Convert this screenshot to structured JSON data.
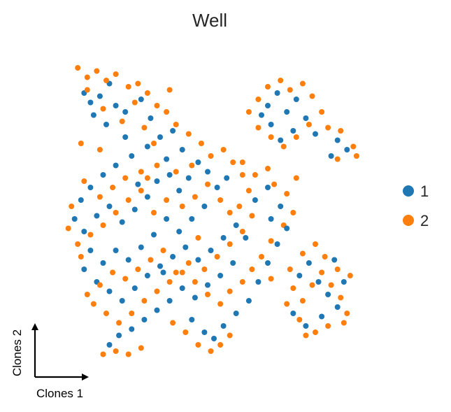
{
  "chart_data": {
    "type": "scatter",
    "title": "Well",
    "xlabel": "Clones 1",
    "ylabel": "Clones 2",
    "xlim": [
      0,
      10
    ],
    "ylim": [
      0,
      10
    ],
    "grid": false,
    "legend_position": "right",
    "series": [
      {
        "name": "1",
        "color": "#1f77b4",
        "points": [
          [
            1.0,
            8.6
          ],
          [
            1.2,
            8.3
          ],
          [
            1.5,
            8.5
          ],
          [
            1.8,
            8.9
          ],
          [
            2.0,
            8.2
          ],
          [
            1.3,
            7.9
          ],
          [
            1.7,
            7.6
          ],
          [
            2.3,
            8.0
          ],
          [
            2.8,
            8.4
          ],
          [
            3.1,
            7.8
          ],
          [
            3.4,
            7.2
          ],
          [
            3.8,
            7.4
          ],
          [
            4.1,
            6.8
          ],
          [
            3.6,
            6.5
          ],
          [
            3.0,
            6.9
          ],
          [
            2.5,
            6.6
          ],
          [
            2.0,
            6.3
          ],
          [
            1.6,
            6.0
          ],
          [
            1.2,
            5.6
          ],
          [
            0.9,
            5.2
          ],
          [
            0.7,
            4.6
          ],
          [
            1.0,
            4.2
          ],
          [
            1.4,
            4.7
          ],
          [
            1.8,
            5.0
          ],
          [
            2.2,
            4.5
          ],
          [
            2.6,
            4.9
          ],
          [
            3.0,
            5.3
          ],
          [
            3.3,
            5.8
          ],
          [
            3.7,
            6.0
          ],
          [
            4.0,
            5.5
          ],
          [
            4.3,
            5.9
          ],
          [
            4.6,
            6.4
          ],
          [
            4.9,
            6.1
          ],
          [
            5.2,
            5.6
          ],
          [
            5.5,
            5.9
          ],
          [
            4.8,
            5.0
          ],
          [
            4.4,
            4.6
          ],
          [
            4.0,
            4.2
          ],
          [
            3.6,
            4.6
          ],
          [
            3.2,
            4.1
          ],
          [
            2.8,
            3.7
          ],
          [
            2.4,
            3.3
          ],
          [
            2.0,
            3.6
          ],
          [
            1.6,
            3.2
          ],
          [
            1.2,
            3.6
          ],
          [
            1.0,
            3.0
          ],
          [
            1.4,
            2.6
          ],
          [
            1.8,
            2.3
          ],
          [
            2.2,
            2.0
          ],
          [
            2.6,
            2.4
          ],
          [
            3.0,
            2.8
          ],
          [
            3.4,
            3.1
          ],
          [
            3.8,
            3.4
          ],
          [
            4.2,
            3.7
          ],
          [
            4.6,
            3.3
          ],
          [
            5.0,
            3.6
          ],
          [
            5.4,
            4.0
          ],
          [
            5.8,
            4.4
          ],
          [
            6.1,
            4.0
          ],
          [
            5.7,
            3.2
          ],
          [
            5.3,
            2.8
          ],
          [
            4.9,
            2.5
          ],
          [
            4.5,
            2.1
          ],
          [
            4.1,
            2.4
          ],
          [
            3.7,
            2.0
          ],
          [
            3.3,
            1.7
          ],
          [
            2.9,
            1.4
          ],
          [
            2.5,
            1.1
          ],
          [
            2.1,
            0.9
          ],
          [
            1.8,
            0.6
          ],
          [
            4.4,
            1.4
          ],
          [
            4.8,
            1.0
          ],
          [
            5.1,
            0.8
          ],
          [
            5.4,
            1.2
          ],
          [
            5.8,
            1.6
          ],
          [
            6.2,
            2.0
          ],
          [
            6.5,
            2.6
          ],
          [
            6.8,
            3.2
          ],
          [
            7.1,
            3.8
          ],
          [
            7.4,
            4.3
          ],
          [
            7.8,
            2.8
          ],
          [
            8.1,
            3.2
          ],
          [
            8.4,
            2.6
          ],
          [
            8.7,
            2.2
          ],
          [
            9.0,
            1.8
          ],
          [
            8.5,
            1.5
          ],
          [
            8.0,
            1.2
          ],
          [
            7.6,
            1.6
          ],
          [
            9.2,
            2.6
          ],
          [
            8.9,
            3.3
          ],
          [
            6.8,
            8.2
          ],
          [
            7.1,
            8.6
          ],
          [
            7.4,
            8.0
          ],
          [
            7.7,
            8.4
          ],
          [
            8.0,
            7.8
          ],
          [
            7.6,
            7.4
          ],
          [
            7.2,
            7.1
          ],
          [
            6.9,
            7.6
          ],
          [
            6.6,
            7.9
          ],
          [
            8.3,
            7.3
          ],
          [
            9.0,
            7.1
          ],
          [
            9.3,
            6.8
          ],
          [
            8.8,
            6.6
          ],
          [
            6.4,
            5.2
          ],
          [
            6.8,
            5.6
          ],
          [
            7.2,
            5.0
          ],
          [
            6.9,
            4.6
          ],
          [
            3.5,
            2.9
          ],
          [
            2.7,
            5.7
          ],
          [
            2.3,
            7.2
          ]
        ]
      },
      {
        "name": "2",
        "color": "#ff7f0e",
        "points": [
          [
            0.8,
            9.4
          ],
          [
            1.1,
            9.1
          ],
          [
            1.4,
            9.3
          ],
          [
            1.7,
            9.0
          ],
          [
            2.0,
            9.2
          ],
          [
            2.4,
            8.8
          ],
          [
            2.7,
            8.9
          ],
          [
            3.0,
            8.6
          ],
          [
            3.3,
            8.2
          ],
          [
            3.6,
            8.0
          ],
          [
            1.1,
            8.7
          ],
          [
            1.6,
            8.1
          ],
          [
            2.2,
            7.7
          ],
          [
            2.9,
            7.5
          ],
          [
            3.2,
            7.0
          ],
          [
            3.9,
            7.6
          ],
          [
            4.3,
            7.3
          ],
          [
            4.7,
            7.0
          ],
          [
            5.0,
            6.6
          ],
          [
            5.4,
            6.8
          ],
          [
            5.7,
            6.4
          ],
          [
            6.0,
            6.0
          ],
          [
            6.2,
            5.5
          ],
          [
            4.4,
            6.3
          ],
          [
            3.9,
            6.1
          ],
          [
            3.3,
            6.3
          ],
          [
            2.8,
            6.1
          ],
          [
            2.3,
            5.9
          ],
          [
            1.9,
            5.6
          ],
          [
            1.5,
            5.3
          ],
          [
            1.0,
            5.8
          ],
          [
            0.6,
            5.0
          ],
          [
            0.5,
            4.3
          ],
          [
            0.8,
            3.8
          ],
          [
            1.2,
            4.1
          ],
          [
            1.6,
            4.4
          ],
          [
            2.0,
            4.8
          ],
          [
            2.4,
            5.2
          ],
          [
            2.8,
            5.5
          ],
          [
            3.2,
            4.8
          ],
          [
            3.6,
            5.2
          ],
          [
            4.1,
            5.0
          ],
          [
            4.5,
            5.3
          ],
          [
            4.9,
            5.7
          ],
          [
            5.3,
            5.2
          ],
          [
            5.6,
            4.8
          ],
          [
            5.9,
            5.0
          ],
          [
            6.3,
            4.7
          ],
          [
            6.0,
            4.2
          ],
          [
            5.6,
            3.8
          ],
          [
            5.2,
            3.4
          ],
          [
            4.8,
            3.0
          ],
          [
            4.3,
            3.2
          ],
          [
            3.9,
            2.9
          ],
          [
            3.5,
            3.6
          ],
          [
            3.1,
            3.3
          ],
          [
            2.7,
            3.0
          ],
          [
            2.3,
            2.7
          ],
          [
            1.9,
            2.9
          ],
          [
            1.5,
            2.5
          ],
          [
            1.1,
            2.2
          ],
          [
            0.9,
            3.4
          ],
          [
            1.3,
            1.9
          ],
          [
            1.7,
            1.6
          ],
          [
            2.1,
            1.3
          ],
          [
            2.5,
            1.6
          ],
          [
            2.9,
            2.0
          ],
          [
            3.3,
            2.3
          ],
          [
            3.7,
            2.6
          ],
          [
            4.1,
            2.9
          ],
          [
            4.5,
            2.6
          ],
          [
            4.9,
            2.2
          ],
          [
            5.3,
            1.9
          ],
          [
            5.6,
            2.3
          ],
          [
            6.0,
            2.6
          ],
          [
            6.3,
            3.0
          ],
          [
            6.6,
            3.4
          ],
          [
            6.9,
            3.9
          ],
          [
            7.3,
            4.4
          ],
          [
            7.6,
            4.8
          ],
          [
            2.0,
            0.4
          ],
          [
            2.4,
            0.3
          ],
          [
            2.8,
            0.5
          ],
          [
            1.6,
            0.3
          ],
          [
            4.6,
            0.6
          ],
          [
            5.0,
            0.4
          ],
          [
            5.3,
            0.6
          ],
          [
            5.6,
            0.9
          ],
          [
            4.2,
            1.0
          ],
          [
            3.8,
            1.3
          ],
          [
            7.6,
            2.4
          ],
          [
            7.9,
            2.0
          ],
          [
            8.2,
            2.5
          ],
          [
            8.5,
            2.9
          ],
          [
            8.8,
            2.5
          ],
          [
            9.1,
            2.1
          ],
          [
            9.3,
            1.6
          ],
          [
            8.7,
            1.2
          ],
          [
            8.3,
            1.0
          ],
          [
            7.8,
            1.4
          ],
          [
            7.5,
            3.0
          ],
          [
            7.9,
            3.5
          ],
          [
            8.3,
            3.8
          ],
          [
            8.6,
            3.4
          ],
          [
            9.0,
            3.0
          ],
          [
            9.4,
            2.8
          ],
          [
            9.2,
            1.3
          ],
          [
            8.0,
            0.9
          ],
          [
            7.4,
            1.9
          ],
          [
            6.9,
            2.7
          ],
          [
            6.5,
            8.4
          ],
          [
            6.8,
            8.8
          ],
          [
            7.2,
            9.0
          ],
          [
            7.5,
            8.7
          ],
          [
            7.9,
            8.9
          ],
          [
            8.2,
            8.5
          ],
          [
            8.5,
            8.0
          ],
          [
            8.1,
            7.6
          ],
          [
            7.7,
            7.2
          ],
          [
            7.3,
            6.9
          ],
          [
            6.9,
            7.2
          ],
          [
            6.5,
            7.5
          ],
          [
            6.2,
            8.0
          ],
          [
            8.7,
            7.5
          ],
          [
            9.1,
            7.4
          ],
          [
            9.5,
            6.9
          ],
          [
            9.6,
            6.6
          ],
          [
            9.0,
            6.5
          ],
          [
            6.0,
            6.4
          ],
          [
            6.4,
            6.0
          ],
          [
            6.8,
            6.2
          ],
          [
            7.0,
            5.7
          ],
          [
            7.4,
            5.4
          ],
          [
            7.7,
            5.9
          ],
          [
            3.0,
            5.9
          ],
          [
            1.5,
            6.8
          ],
          [
            0.9,
            7.0
          ],
          [
            2.6,
            8.3
          ],
          [
            3.7,
            8.7
          ],
          [
            4.6,
            4.0
          ]
        ]
      }
    ]
  }
}
